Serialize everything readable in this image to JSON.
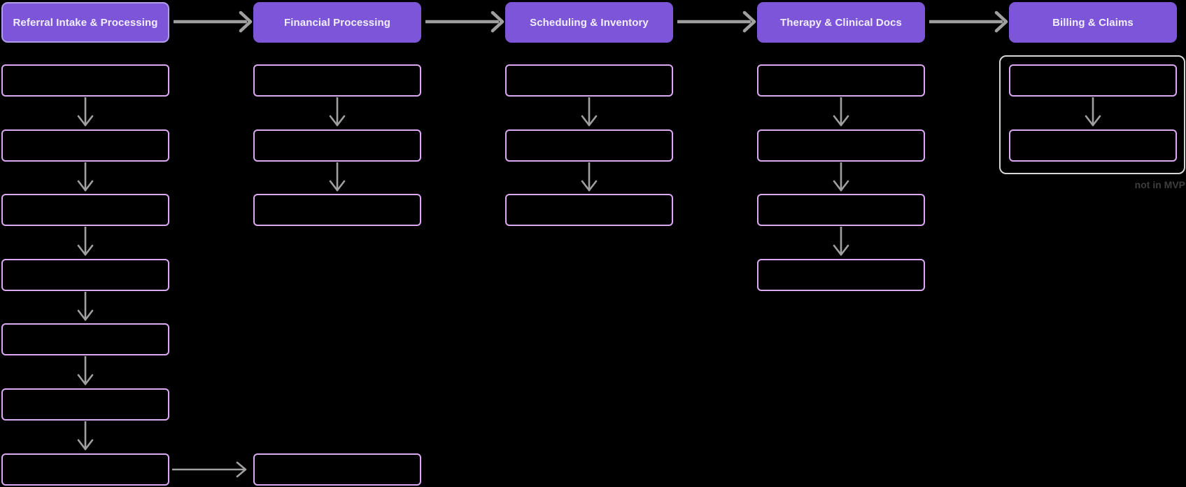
{
  "diagram": {
    "columns": [
      {
        "id": "referral-intake-processing",
        "title": "Referral Intake & Processing",
        "steps": 7,
        "highlighted": true,
        "links_to_next_bottom": true
      },
      {
        "id": "financial-processing",
        "title": "Financial Processing",
        "steps": 3,
        "has_bottom_step": true
      },
      {
        "id": "scheduling-inventory",
        "title": "Scheduling & Inventory",
        "steps": 3
      },
      {
        "id": "therapy-clinical-docs",
        "title": "Therapy & Clinical Docs",
        "steps": 4
      },
      {
        "id": "billing-claims",
        "title": "Billing & Claims",
        "steps": 2,
        "grouped": true,
        "group_label": "not in MVP"
      }
    ],
    "colors": {
      "background": "#000000",
      "stage_fill": "#7d55d9",
      "stage_text": "#f1eefb",
      "stage_highlight_border": "#b19de9",
      "step_border": "#dcaaf2",
      "arrow": "#a0a0a0",
      "group_border": "#d6d6d6",
      "note_text": "#3e3e3e"
    }
  }
}
